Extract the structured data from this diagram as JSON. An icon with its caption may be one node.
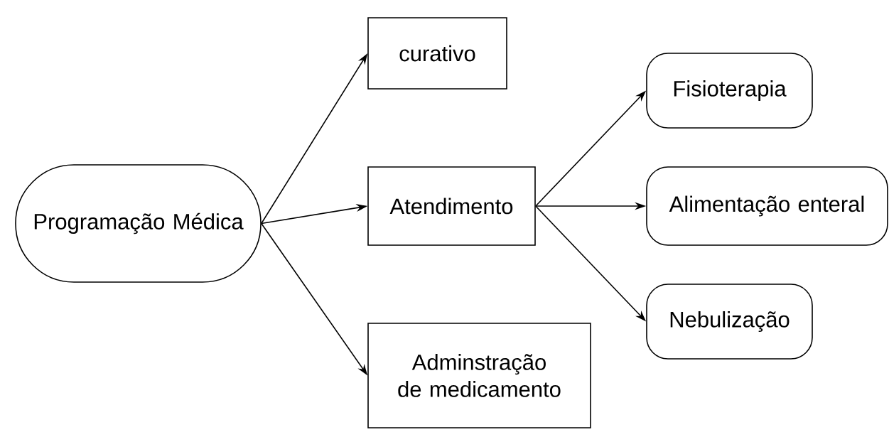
{
  "diagram": {
    "nodes": [
      {
        "text": [
          "Programação Médica"
        ]
      },
      {
        "text": [
          "curativo"
        ]
      },
      {
        "text": [
          "Atendimento"
        ]
      },
      {
        "text": [
          "Adminstração de medicamento"
        ]
      },
      {
        "text": [
          "Fisioterapia"
        ]
      },
      {
        "text": [
          "Alimentação enteral"
        ]
      },
      {
        "text": [
          "Nebulização"
        ]
      }
    ],
    "edges": [
      {
        "from": 0,
        "to": 1,
        "arrow": "to"
      },
      {
        "from": 0,
        "to": 2,
        "arrow": "to"
      },
      {
        "from": 0,
        "to": 3,
        "arrow": "to"
      },
      {
        "from": 2,
        "to": 4,
        "arrow": "to"
      },
      {
        "from": 2,
        "to": 5,
        "arrow": "to"
      },
      {
        "from": 2,
        "to": 6,
        "arrow": "to"
      }
    ]
  }
}
